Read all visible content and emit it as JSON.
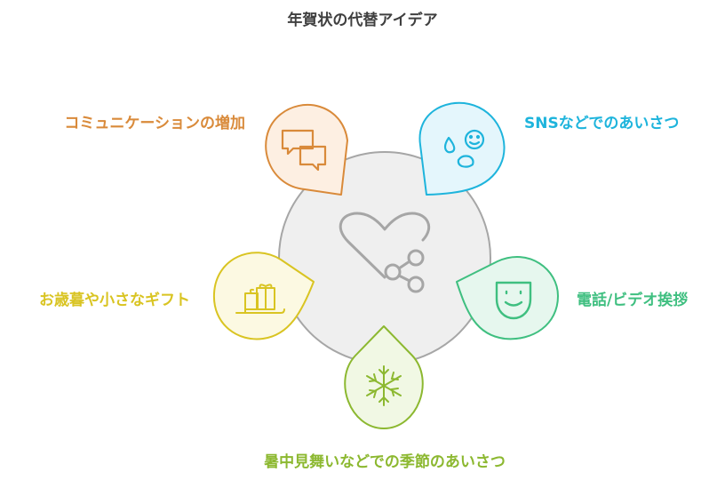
{
  "title": "年賀状の代替アイデア",
  "hub": {
    "icon": "heart-share-icon"
  },
  "items": [
    {
      "label": "コミュニケーションの増加",
      "icon": "chat-bubbles-icon",
      "color": "#D98A3A",
      "fill": "#FDEFE2"
    },
    {
      "label": "SNSなどでのあいさつ",
      "icon": "social-emoji-icon",
      "color": "#1EB4DC",
      "fill": "#E4F6FC"
    },
    {
      "label": "電話/ビデオ挨拶",
      "icon": "smile-face-icon",
      "color": "#3FBF80",
      "fill": "#E6F7EE"
    },
    {
      "label": "暑中見舞いなどでの季節のあいさつ",
      "icon": "snowflake-icon",
      "color": "#8CB830",
      "fill": "#F1F8E4"
    },
    {
      "label": "お歳暮や小さなギフト",
      "icon": "gift-sleigh-icon",
      "color": "#D9C422",
      "fill": "#FCF9E2"
    }
  ],
  "colors": {
    "hub_fill": "#EFEFEF",
    "hub_stroke": "#A6A6A6",
    "title": "#3F3F3F"
  }
}
